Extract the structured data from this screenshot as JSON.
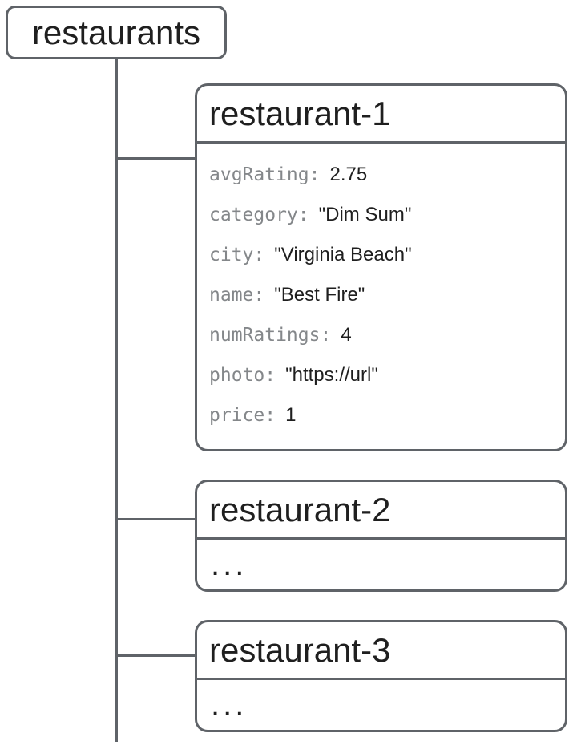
{
  "diagram": {
    "collection": {
      "label": "restaurants"
    },
    "documents": [
      {
        "id": "restaurant-1",
        "fields": [
          {
            "key": "avgRating:",
            "value": "2.75"
          },
          {
            "key": "category:",
            "value": "\"Dim Sum\""
          },
          {
            "key": "city:",
            "value": "\"Virginia Beach\""
          },
          {
            "key": "name:",
            "value": "\"Best Fire\""
          },
          {
            "key": "numRatings:",
            "value": "4"
          },
          {
            "key": "photo:",
            "value": "\"https://url\""
          },
          {
            "key": "price:",
            "value": "1"
          }
        ]
      },
      {
        "id": "restaurant-2",
        "placeholder": "..."
      },
      {
        "id": "restaurant-3",
        "placeholder": "..."
      }
    ],
    "colors": {
      "line": "#5f6368",
      "key_text": "#84878a",
      "text": "#1f1f1f",
      "background": "#ffffff"
    }
  }
}
